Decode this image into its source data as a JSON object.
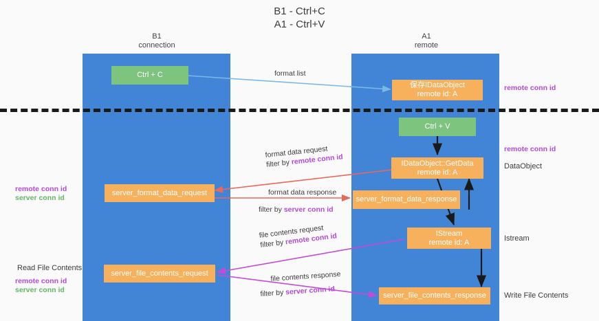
{
  "title": {
    "line1": "B1 - Ctrl+C",
    "line2": "A1 - Ctrl+V"
  },
  "lanes": [
    {
      "name": "B1",
      "sub": "connection"
    },
    {
      "name": "A1",
      "sub": "remote"
    }
  ],
  "colors": {
    "lane": "#4285d6",
    "green_box": "#7dc47f",
    "orange_box": "#f7b05b",
    "purple_text": "#b44bd6",
    "green_text": "#63b863",
    "blue_arrow": "#7ab8e8",
    "red_arrow": "#e8685a",
    "magenta_arrow": "#c44bd6",
    "black_arrow": "#1a1a1a",
    "divider": "#1a1a1a"
  },
  "boxes": {
    "ctrl_c": "Ctrl + C",
    "ctrl_v": "Ctrl + V",
    "save_idataobject_l1": "保存IDataObject",
    "save_idataobject_l2": "remote id: A",
    "getdata_l1": "IDataObject::GetData",
    "getdata_l2": "remote id: A",
    "istream_l1": "IStream",
    "istream_l2": "remote id: A",
    "server_format_data_request": "server_format_data_request",
    "server_format_data_response": "server_format_data_response",
    "server_file_contents_request": "server_file_contents_request",
    "server_file_contents_response": "server_file_contents_response"
  },
  "edge_labels": {
    "format_list": "format list",
    "format_data_request": "format data request",
    "format_data_request_filter_prefix": "filter by ",
    "format_data_request_filter_key": "remote conn id",
    "format_data_response": "format data response",
    "format_data_response_filter_prefix": "filter by ",
    "format_data_response_filter_key": "server conn id",
    "file_contents_request": "file contents request",
    "file_contents_request_filter_prefix": "filter by ",
    "file_contents_request_filter_key": "remote conn id",
    "file_contents_response": "file contents response",
    "file_contents_response_filter_prefix": "filter by ",
    "file_contents_response_filter_key": "server conn id"
  },
  "right_notes": {
    "remote_conn_id_top": "remote conn id",
    "remote_conn_id_mid": "remote conn id",
    "dataobject": "DataObject",
    "istream": "Istream",
    "write_file_contents": "Write File Contents"
  },
  "left_notes": {
    "remote_conn_id_mid": "remote conn id",
    "server_conn_id_mid": "server conn id",
    "read_file_contents": "Read File Contents",
    "remote_conn_id_bottom": "remote conn id",
    "server_conn_id_bottom": "server conn id"
  }
}
